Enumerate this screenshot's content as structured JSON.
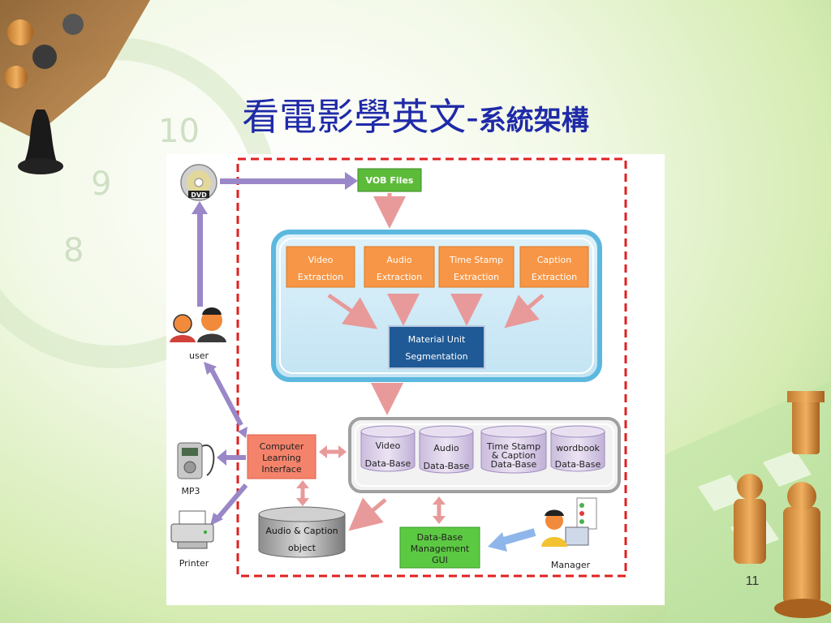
{
  "title": {
    "main": "看電影學英文",
    "separator": "-",
    "sub": "系統架構"
  },
  "page_number": "11",
  "diagram": {
    "vob_files": "VOB Files",
    "extraction": [
      {
        "line1": "Video",
        "line2": "Extraction"
      },
      {
        "line1": "Audio",
        "line2": "Extraction"
      },
      {
        "line1": "Time Stamp",
        "line2": "Extraction"
      },
      {
        "line1": "Caption",
        "line2": "Extraction"
      }
    ],
    "segmentation": {
      "line1": "Material Unit",
      "line2": "Segmentation"
    },
    "databases": [
      {
        "line1": "Video",
        "line2": "Data-Base"
      },
      {
        "line1": "Audio",
        "line2": "Data-Base"
      },
      {
        "line1": "Time Stamp",
        "line2": "& Caption",
        "line3": "Data-Base"
      },
      {
        "line1": "wordbook",
        "line2": "Data-Base"
      }
    ],
    "cli": {
      "line1": "Computer",
      "line2": "Learning",
      "line3": "Interface"
    },
    "audio_caption": {
      "line1": "Audio & Caption",
      "line2": "object"
    },
    "dbgui": {
      "line1": "Data-Base",
      "line2": "Management",
      "line3": "GUI"
    },
    "labels": {
      "user": "user",
      "mp3": "MP3",
      "printer": "Printer",
      "manager": "Manager",
      "dvd": "DVD"
    }
  },
  "colors": {
    "title": "#1f2aa8",
    "frame_red": "#e02020",
    "extraction_fill": "#f79646",
    "segmentation_fill": "#1f5a96",
    "vob_fill": "#5dbb3a",
    "cli_fill": "#f4836b",
    "database_fill": "#d9cce6",
    "gui_fill": "#5cc942",
    "arrow_pink": "#e89a9a",
    "arrow_purple": "#9a87c8"
  }
}
